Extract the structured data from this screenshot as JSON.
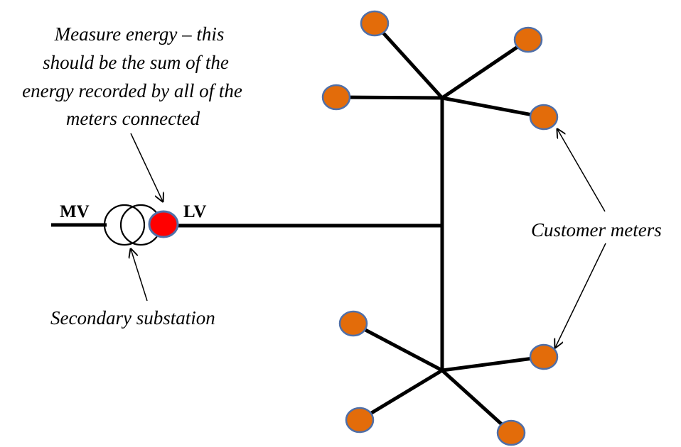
{
  "colors": {
    "customer_meter_fill": "#E36C0A",
    "customer_meter_stroke": "#4F6FA8",
    "substation_meter_fill": "#FF0000",
    "substation_meter_stroke": "#4F6FA8",
    "line": "#000000"
  },
  "labels": {
    "mv": "MV",
    "lv": "LV",
    "measure_note": [
      "Measure energy – this",
      "should be the sum of the",
      "energy recorded by all of the",
      "meters connected"
    ],
    "secondary_substation": "Secondary substation",
    "customer_meters": "Customer meters"
  }
}
